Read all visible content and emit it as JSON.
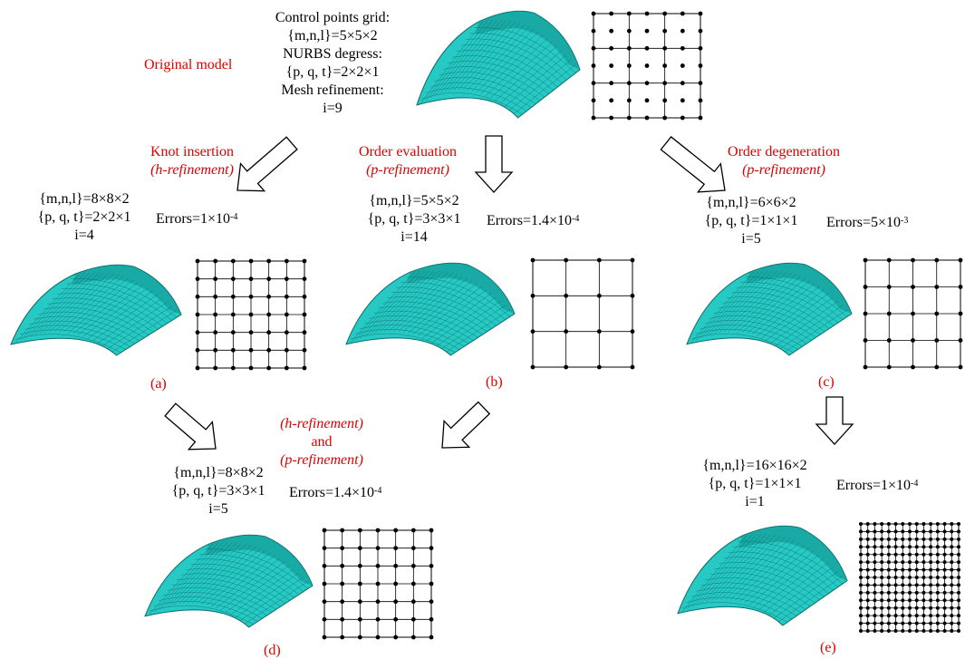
{
  "colors": {
    "surface": "#27c9c4",
    "surface_dark": "#0f8f8c",
    "label": "#e00000",
    "text": "#000000"
  },
  "original": {
    "label": "Original model",
    "lines": [
      "Control points grid:",
      "{m,n,l}=5×5×2",
      "NURBS degress:",
      "{p, q, t}=2×2×1",
      "Mesh refinement:",
      "i=9"
    ]
  },
  "branches": {
    "h": {
      "title": "Knot insertion",
      "subtitle": "(h-refinement)"
    },
    "p_elev": {
      "title": "Order evaluation",
      "subtitle": "(p-refinement)"
    },
    "p_deg": {
      "title": "Order degeneration",
      "subtitle": "(p-refinement)"
    },
    "combined": {
      "line1": "(h-refinement)",
      "line2": "and",
      "line3": "(p-refinement)"
    }
  },
  "cases": {
    "a": {
      "tag": "(a)",
      "mnl": "{m,n,l}=8×8×2",
      "pqt": "{p, q, t}=2×2×1",
      "i": "i=4",
      "err_base": "Errors=1×10",
      "err_exp": "-4"
    },
    "b": {
      "tag": "(b)",
      "mnl": "{m,n,l}=5×5×2",
      "pqt": "{p, q, t}=3×3×1",
      "i": "i=14",
      "err_base": "Errors=1.4×10",
      "err_exp": "-4"
    },
    "c": {
      "tag": "(c)",
      "mnl": "{m,n,l}=6×6×2",
      "pqt": "{p, q, t}=1×1×1",
      "i": "i=5",
      "err_base": "Errors=5×10",
      "err_exp": "-3"
    },
    "d": {
      "tag": "(d)",
      "mnl": "{m,n,l}=8×8×2",
      "pqt": "{p, q, t}=3×3×1",
      "i": "i=5",
      "err_base": "Errors=1.4×10",
      "err_exp": "-4"
    },
    "e": {
      "tag": "(e)",
      "mnl": "{m,n,l}=16×16×2",
      "pqt": "{p, q, t}=1×1×1",
      "i": "i=1",
      "err_base": "Errors=1×10",
      "err_exp": "-4"
    }
  },
  "grids": {
    "orig": {
      "lines": 4,
      "dots": 7
    },
    "a": {
      "lines": 7,
      "dots": 7
    },
    "b": {
      "lines": 4,
      "dots": 4
    },
    "c": {
      "lines": 5,
      "dots": 5
    },
    "d": {
      "lines": 7,
      "dots": 7
    },
    "e": {
      "lines": 15,
      "dots": 15
    }
  }
}
